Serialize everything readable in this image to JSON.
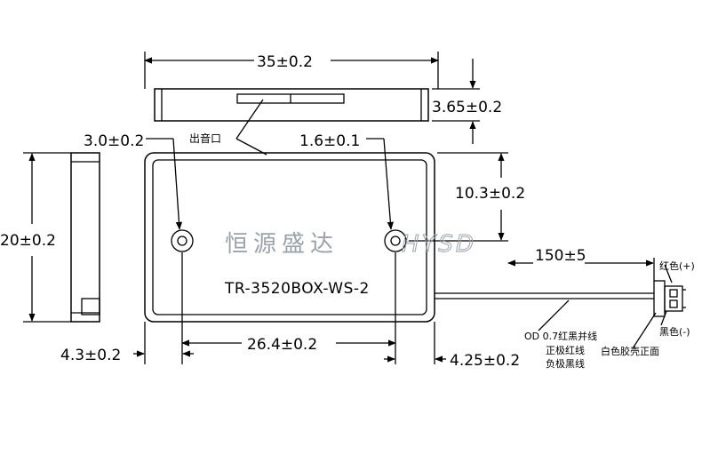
{
  "dimensions": {
    "top_width": "35±0.2",
    "top_height": "3.65±0.2",
    "left_height": "20±0.2",
    "hole_dia_left": "3.0±0.2",
    "hole_dia_right": "1.6±0.1",
    "vertical_offset": "10.3±0.2",
    "left_margin": "4.3±0.2",
    "hole_spacing": "26.4±0.2",
    "right_margin": "4.25±0.2",
    "wire_length": "150±5"
  },
  "labels": {
    "outlet": "出音口",
    "model": "TR-3520BOX-WS-2",
    "red_wire": "红色(+)",
    "black_wire": "黑色(-)",
    "wire_spec_1": "OD 0.7红黑并线",
    "wire_spec_2": "正极红线",
    "wire_spec_3": "负极黑线",
    "housing_note": "白色胶壳正面"
  },
  "watermark": {
    "cn": "恒源盛达",
    "en": "HYSD"
  }
}
